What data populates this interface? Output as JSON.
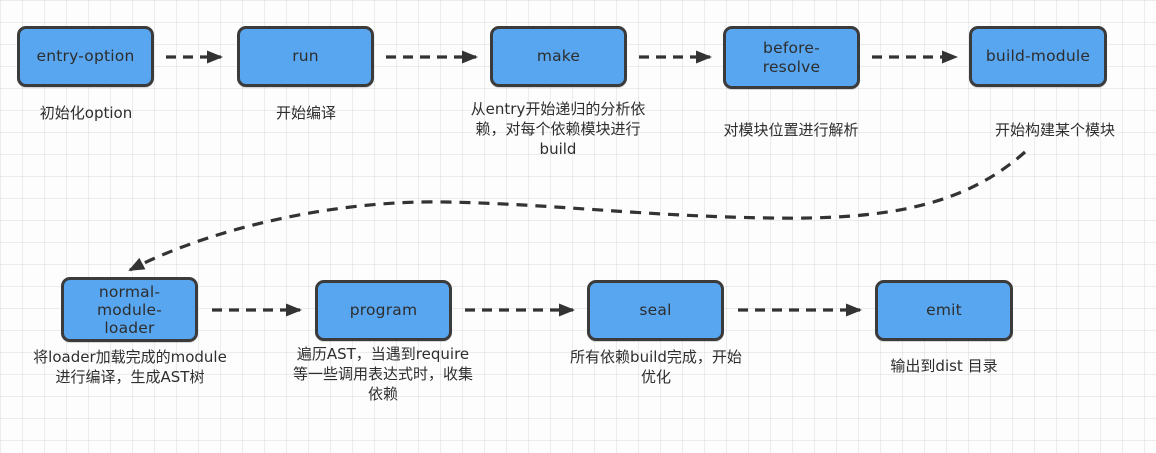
{
  "diagram": {
    "colors": {
      "node_fill": "#58A6F0",
      "node_border": "#3B3B3B",
      "arrow": "#333333",
      "text": "#2E2E2E",
      "grid_line": "#E9E9E9",
      "background": "#FDFDFD"
    },
    "nodes": [
      {
        "id": "entry-option",
        "title_lines": [
          "entry-option"
        ],
        "caption_lines": [
          "初始化option"
        ]
      },
      {
        "id": "run",
        "title_lines": [
          "run"
        ],
        "caption_lines": [
          "开始编译"
        ]
      },
      {
        "id": "make",
        "title_lines": [
          "make"
        ],
        "caption_lines": [
          "从entry开始递归的分析依",
          "赖，对每个依赖模块进行",
          "build"
        ]
      },
      {
        "id": "before-resolve",
        "title_lines": [
          "before-",
          "resolve"
        ],
        "caption_lines": [
          "对模块位置进行解析"
        ]
      },
      {
        "id": "build-module",
        "title_lines": [
          "build-module"
        ],
        "caption_lines": [
          "开始构建某个模块"
        ]
      },
      {
        "id": "normal-module-loader",
        "title_lines": [
          "normal-",
          "module-",
          "loader"
        ],
        "caption_lines": [
          "将loader加载完成的module",
          "进行编译，生成AST树"
        ]
      },
      {
        "id": "program",
        "title_lines": [
          "program"
        ],
        "caption_lines": [
          "遍历AST，当遇到require",
          "等一些调用表达式时，收集",
          "依赖"
        ]
      },
      {
        "id": "seal",
        "title_lines": [
          "seal"
        ],
        "caption_lines": [
          "所有依赖build完成，开始",
          "优化"
        ]
      },
      {
        "id": "emit",
        "title_lines": [
          "emit"
        ],
        "caption_lines": [
          "输出到dist 目录"
        ]
      }
    ],
    "edges": [
      {
        "from": "entry-option",
        "to": "run",
        "style": "dashed-arrow"
      },
      {
        "from": "run",
        "to": "make",
        "style": "dashed-arrow"
      },
      {
        "from": "make",
        "to": "before-resolve",
        "style": "dashed-arrow"
      },
      {
        "from": "before-resolve",
        "to": "build-module",
        "style": "dashed-arrow"
      },
      {
        "from": "build-module",
        "to": "normal-module-loader",
        "style": "dashed-curve-arrow"
      },
      {
        "from": "normal-module-loader",
        "to": "program",
        "style": "dashed-arrow"
      },
      {
        "from": "program",
        "to": "seal",
        "style": "dashed-arrow"
      },
      {
        "from": "seal",
        "to": "emit",
        "style": "dashed-arrow"
      }
    ]
  }
}
